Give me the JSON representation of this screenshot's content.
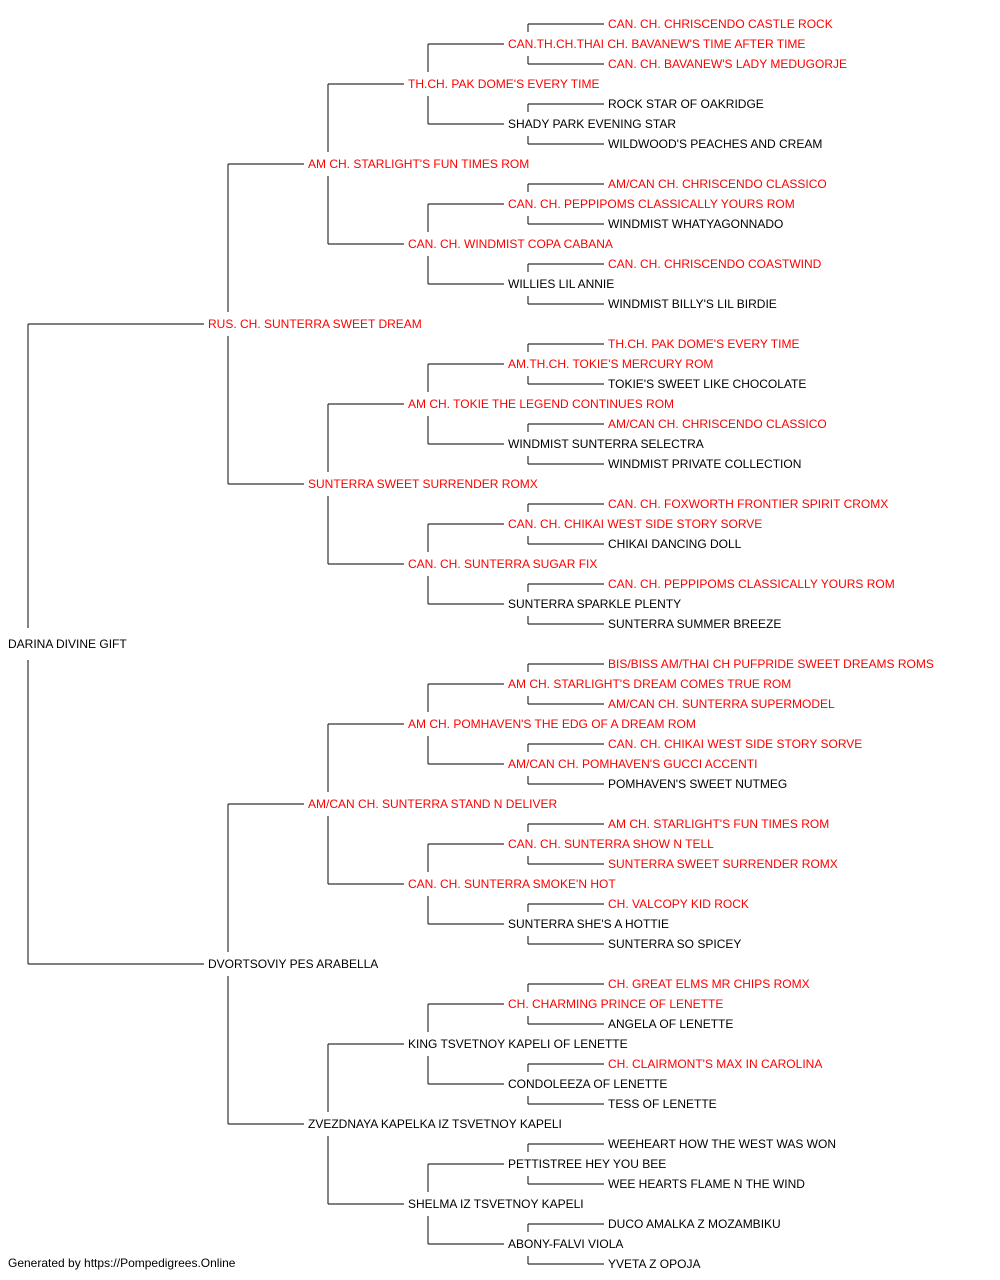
{
  "colors": {
    "champion": "#ff0000",
    "normal": "#000000",
    "line": "#333333"
  },
  "pedigree": {
    "name": "DARINA DIVINE GIFT",
    "champion": false,
    "sire": {
      "name": "RUS. CH. SUNTERRA SWEET DREAM",
      "champion": true,
      "sire": {
        "name": "AM CH. STARLIGHT'S FUN TIMES ROM",
        "champion": true,
        "sire": {
          "name": "TH.CH. PAK DOME'S EVERY TIME",
          "champion": true,
          "sire": {
            "name": "CAN.TH.CH.THAI CH. BAVANEW'S TIME AFTER TIME",
            "champion": true,
            "sire": {
              "name": "CAN. CH. CHRISCENDO CASTLE ROCK",
              "champion": true
            },
            "dam": {
              "name": "CAN. CH. BAVANEW'S LADY MEDUGORJE",
              "champion": true
            }
          },
          "dam": {
            "name": "SHADY PARK EVENING STAR",
            "champion": false,
            "sire": {
              "name": "ROCK STAR OF OAKRIDGE",
              "champion": false
            },
            "dam": {
              "name": "WILDWOOD'S PEACHES AND CREAM",
              "champion": false
            }
          }
        },
        "dam": {
          "name": "CAN. CH. WINDMIST COPA CABANA",
          "champion": true,
          "sire": {
            "name": "CAN. CH. PEPPIPOMS CLASSICALLY YOURS ROM",
            "champion": true,
            "sire": {
              "name": "AM/CAN CH. CHRISCENDO CLASSICO",
              "champion": true
            },
            "dam": {
              "name": "WINDMIST WHATYAGONNADO",
              "champion": false
            }
          },
          "dam": {
            "name": "WILLIES LIL ANNIE",
            "champion": false,
            "sire": {
              "name": "CAN. CH. CHRISCENDO COASTWIND",
              "champion": true
            },
            "dam": {
              "name": "WINDMIST BILLY'S LIL BIRDIE",
              "champion": false
            }
          }
        }
      },
      "dam": {
        "name": "SUNTERRA SWEET SURRENDER ROMX",
        "champion": true,
        "sire": {
          "name": "AM CH. TOKIE THE LEGEND CONTINUES ROM",
          "champion": true,
          "sire": {
            "name": "AM.TH.CH. TOKIE'S MERCURY ROM",
            "champion": true,
            "sire": {
              "name": "TH.CH. PAK DOME'S EVERY TIME",
              "champion": true
            },
            "dam": {
              "name": "TOKIE'S SWEET LIKE CHOCOLATE",
              "champion": false
            }
          },
          "dam": {
            "name": "WINDMIST SUNTERRA SELECTRA",
            "champion": false,
            "sire": {
              "name": "AM/CAN CH. CHRISCENDO CLASSICO",
              "champion": true
            },
            "dam": {
              "name": "WINDMIST PRIVATE COLLECTION",
              "champion": false
            }
          }
        },
        "dam": {
          "name": "CAN. CH. SUNTERRA SUGAR FIX",
          "champion": true,
          "sire": {
            "name": "CAN. CH. CHIKAI WEST SIDE STORY SORVE",
            "champion": true,
            "sire": {
              "name": "CAN. CH. FOXWORTH FRONTIER SPIRIT CROMX",
              "champion": true
            },
            "dam": {
              "name": "CHIKAI DANCING DOLL",
              "champion": false
            }
          },
          "dam": {
            "name": "SUNTERRA SPARKLE PLENTY",
            "champion": false,
            "sire": {
              "name": "CAN. CH. PEPPIPOMS CLASSICALLY YOURS ROM",
              "champion": true
            },
            "dam": {
              "name": "SUNTERRA SUMMER BREEZE",
              "champion": false
            }
          }
        }
      }
    },
    "dam": {
      "name": "DVORTSOVIY PES ARABELLA",
      "champion": false,
      "sire": {
        "name": "AM/CAN CH. SUNTERRA STAND N DELIVER",
        "champion": true,
        "sire": {
          "name": "AM CH. POMHAVEN'S THE EDG OF A DREAM ROM",
          "champion": true,
          "sire": {
            "name": "AM CH. STARLIGHT'S DREAM COMES TRUE ROM",
            "champion": true,
            "sire": {
              "name": "BIS/BISS AM/THAI CH PUFPRIDE SWEET DREAMS ROMS",
              "champion": true
            },
            "dam": {
              "name": "AM/CAN CH. SUNTERRA SUPERMODEL",
              "champion": true
            }
          },
          "dam": {
            "name": "AM/CAN CH. POMHAVEN'S GUCCI ACCENTI",
            "champion": true,
            "sire": {
              "name": "CAN. CH. CHIKAI WEST SIDE STORY SORVE",
              "champion": true
            },
            "dam": {
              "name": "POMHAVEN'S SWEET NUTMEG",
              "champion": false
            }
          }
        },
        "dam": {
          "name": "CAN. CH. SUNTERRA SMOKE'N HOT",
          "champion": true,
          "sire": {
            "name": "CAN. CH. SUNTERRA SHOW N TELL",
            "champion": true,
            "sire": {
              "name": "AM CH. STARLIGHT'S FUN TIMES ROM",
              "champion": true
            },
            "dam": {
              "name": "SUNTERRA SWEET SURRENDER ROMX",
              "champion": true
            }
          },
          "dam": {
            "name": "SUNTERRA SHE'S A HOTTIE",
            "champion": false,
            "sire": {
              "name": "CH. VALCOPY KID ROCK",
              "champion": true
            },
            "dam": {
              "name": "SUNTERRA SO SPICEY",
              "champion": false
            }
          }
        }
      },
      "dam": {
        "name": "ZVEZDNAYA KAPELKA IZ TSVETNOY KAPELI",
        "champion": false,
        "sire": {
          "name": "KING TSVETNOY KAPELI OF LENETTE",
          "champion": false,
          "sire": {
            "name": "CH. CHARMING PRINCE OF LENETTE",
            "champion": true,
            "sire": {
              "name": "CH. GREAT ELMS MR CHIPS ROMX",
              "champion": true
            },
            "dam": {
              "name": "ANGELA OF LENETTE",
              "champion": false
            }
          },
          "dam": {
            "name": "CONDOLEEZA OF LENETTE",
            "champion": false,
            "sire": {
              "name": "CH. CLAIRMONT'S MAX IN CAROLINA",
              "champion": true
            },
            "dam": {
              "name": "TESS OF LENETTE",
              "champion": false
            }
          }
        },
        "dam": {
          "name": "SHELMA IZ TSVETNOY KAPELI",
          "champion": false,
          "sire": {
            "name": "PETTISTREE HEY YOU BEE",
            "champion": false,
            "sire": {
              "name": "WEEHEART HOW THE WEST WAS WON",
              "champion": false
            },
            "dam": {
              "name": "WEE HEARTS FLAME N THE WIND",
              "champion": false
            }
          },
          "dam": {
            "name": "ABONY-FALVI VIOLA",
            "champion": false,
            "sire": {
              "name": "DUCO AMALKA Z MOZAMBIKU",
              "champion": false
            },
            "dam": {
              "name": "YVETA Z OPOJA",
              "champion": false
            }
          }
        }
      }
    }
  },
  "footer": "Generated by https://Pompedigrees.Online"
}
